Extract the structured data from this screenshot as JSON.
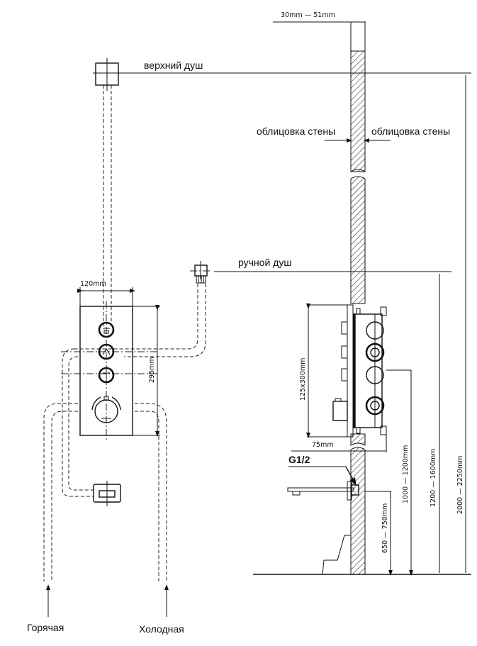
{
  "diagram": {
    "title": "Схема монтажа встраиваемого термостатического смесителя",
    "labels": {
      "wall_thickness": "30mm   —   51mm",
      "overhead_shower": "верхний душ",
      "wall_cladding_left": "облицовка стены",
      "wall_cladding_right": "облицовка стены",
      "hand_shower": "ручной душ",
      "panel_width": "120mm",
      "panel_height": "295mm",
      "box_size": "125x300mm",
      "depth": "75mm",
      "thread": "G1/2",
      "hot_water": "Горячая",
      "cold_water": "Холодная"
    },
    "height_dimensions": [
      {
        "label": "650 — 750mm",
        "target": "spout"
      },
      {
        "label": "1000 — 1200mm",
        "target": "mixer"
      },
      {
        "label": "1200 — 1600mm",
        "target": "hand_shower"
      },
      {
        "label": "2000 — 2250mm",
        "target": "overhead_shower"
      }
    ],
    "controls": [
      {
        "name": "overhead-shower-valve"
      },
      {
        "name": "hand-shower-valve"
      },
      {
        "name": "spout-valve"
      },
      {
        "name": "thermostat-knob"
      }
    ]
  }
}
